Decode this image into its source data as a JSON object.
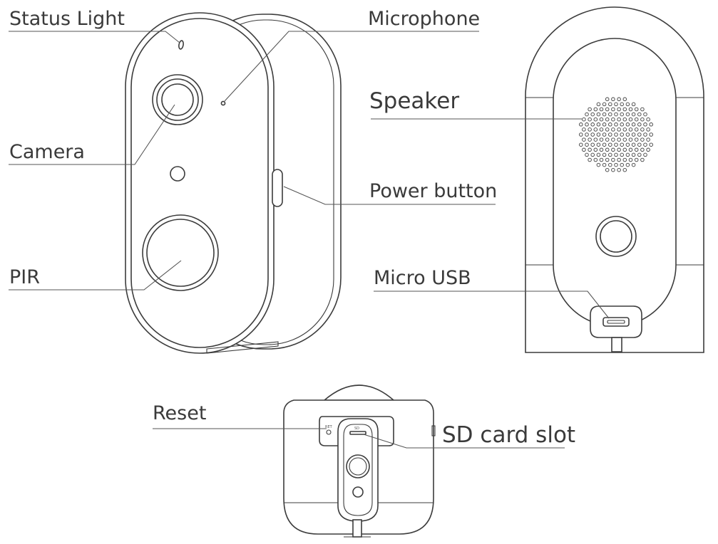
{
  "labels": {
    "status_light": "Status Light",
    "microphone": "Microphone",
    "camera": "Camera",
    "speaker": "Speaker",
    "power_button": "Power button",
    "pir": "PIR",
    "micro_usb": "Micro USB",
    "reset": "Reset",
    "sd_card_slot": "SD card slot"
  },
  "bottom_view_marks": {
    "reset_mark": "RET",
    "sd_mark": "SD"
  },
  "colors": {
    "line": "#3c3c3c",
    "text": "#3a3a3a",
    "background": "#ffffff"
  }
}
